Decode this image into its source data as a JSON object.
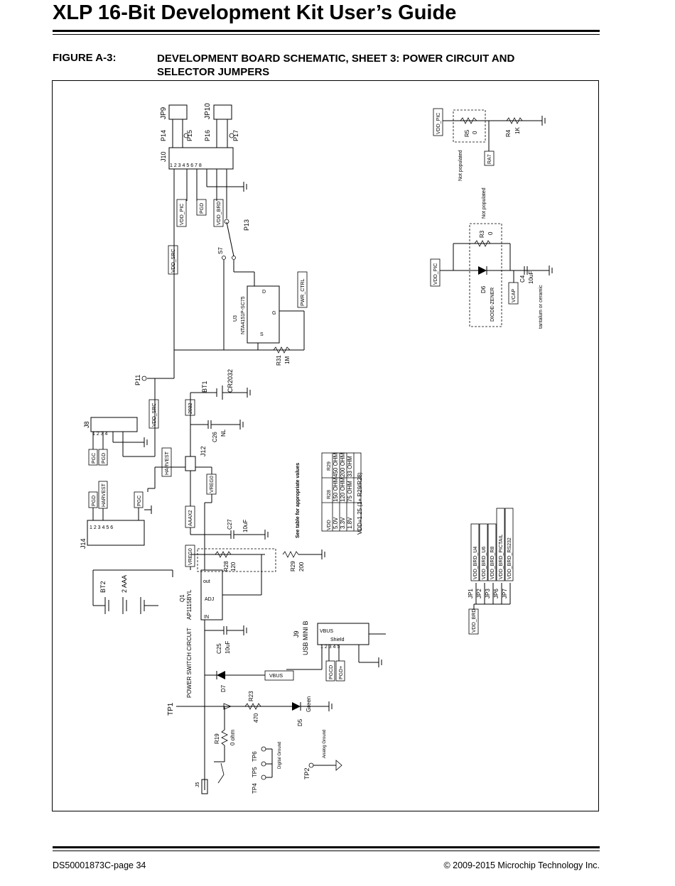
{
  "header": {
    "doc_title": "XLP 16-Bit Development Kit User’s Guide",
    "figure_label": "FIGURE A-3:",
    "figure_title_line1": "DEVELOPMENT BOARD SCHEMATIC, SHEET 3: POWER CIRCUIT AND",
    "figure_title_line2": "SELECTOR JUMPERS"
  },
  "footer": {
    "doc_number": "DS50001873C-page 34",
    "copyright": "© 2009-2015 Microchip Technology Inc."
  },
  "schematic": {
    "jumpers_top": {
      "jp9": "JP9",
      "jp10": "JP10",
      "p14": "P14",
      "p15": "P15",
      "p16": "P16",
      "p17": "P17",
      "j10": "J10",
      "p13": "P13"
    },
    "nets": {
      "vdd_pic": "VDD_PIC",
      "pgd": "PGD",
      "pgc": "PGC",
      "vdd_brd": "VDD_BRD",
      "vdd_src": "VDD_SRC",
      "pwr_ctrl": "PWR_CTRL",
      "ra7": "RA7",
      "vcap": "VCAP",
      "harvest": "HARVEST",
      "aaax2": "AAAX2",
      "vreg0": "VREG0",
      "x2032": "2032",
      "vbus": "VBUS",
      "pgcd": "PGCD",
      "pgdd": "PGD+"
    },
    "parts": {
      "r5": "R5",
      "r5_val": "0",
      "r4": "R4",
      "r4_val": "1K",
      "not_populated": "Not populated",
      "r3": "R3",
      "r3_val": "0",
      "d6": "D6",
      "d6_val": "DIODE-ZENER",
      "c4": "C4",
      "c4_val": "10uF",
      "c4_note": "tantalum or ceramic",
      "s7": "S7",
      "u3": "U3",
      "u3_val": "NTA4151P-SC75",
      "r31": "R31",
      "r31_val": "1M",
      "p11": "P11",
      "bt1": "BT1",
      "bt1_val": "CR2032",
      "c26": "C26",
      "c26_val": "NL",
      "j8": "J8",
      "j12": "J12",
      "j14": "J14",
      "c27": "C27",
      "c27_val": "10uF",
      "r28": "R28",
      "r28_val": "120",
      "r29": "R29",
      "r29_val": "200",
      "bt2": "BT2",
      "bt2_val": "2 AAA",
      "q1": "Q1",
      "q1_val": "AP1115BYL",
      "q1_out": "out",
      "q1_adj": "ADJ",
      "q1_in": "IN",
      "j9": "J9",
      "j9_val": "USB MINI B",
      "shield": "Shield",
      "c25": "C25",
      "c25_val": "10uF",
      "pwr_switch": "POWER SWITCH CIRCUIT",
      "d7": "D7",
      "r23": "R23",
      "r23_val": "470",
      "d5": "D5",
      "d5_val": "Green",
      "tp1": "TP1",
      "r19": "R19",
      "r19_val": "0 ohm",
      "tp4": "TP4",
      "tp5": "TP5",
      "tp6": "TP6",
      "tp2": "TP2",
      "digital_ground": "Digital Ground",
      "analog_ground": "Analog Ground",
      "j5": "J5",
      "jp1": "JP1",
      "jp2": "JP2",
      "jp3": "JP3",
      "jp6": "JP6",
      "jp7": "JP7"
    },
    "jp_nets": [
      "VDD_BRD_U4",
      "VDD_BRD_U6",
      "VDD_BRD_R8",
      "VDD_BRD_PICTAIL",
      "VDD_BRD_RS232"
    ],
    "table_note": "See table for appropriate values",
    "table": {
      "headers": [
        "VDD",
        "R28",
        "R29"
      ],
      "rows": [
        [
          "5.0V",
          "150 OHM",
          "450 OHM"
        ],
        [
          "3.3V",
          "120 OHM",
          "200 OHM"
        ],
        [
          "1.8V",
          "75 OHM",
          "33 OHM"
        ]
      ],
      "formula": "VDD=1.25 (1+ R29/R28)"
    }
  }
}
